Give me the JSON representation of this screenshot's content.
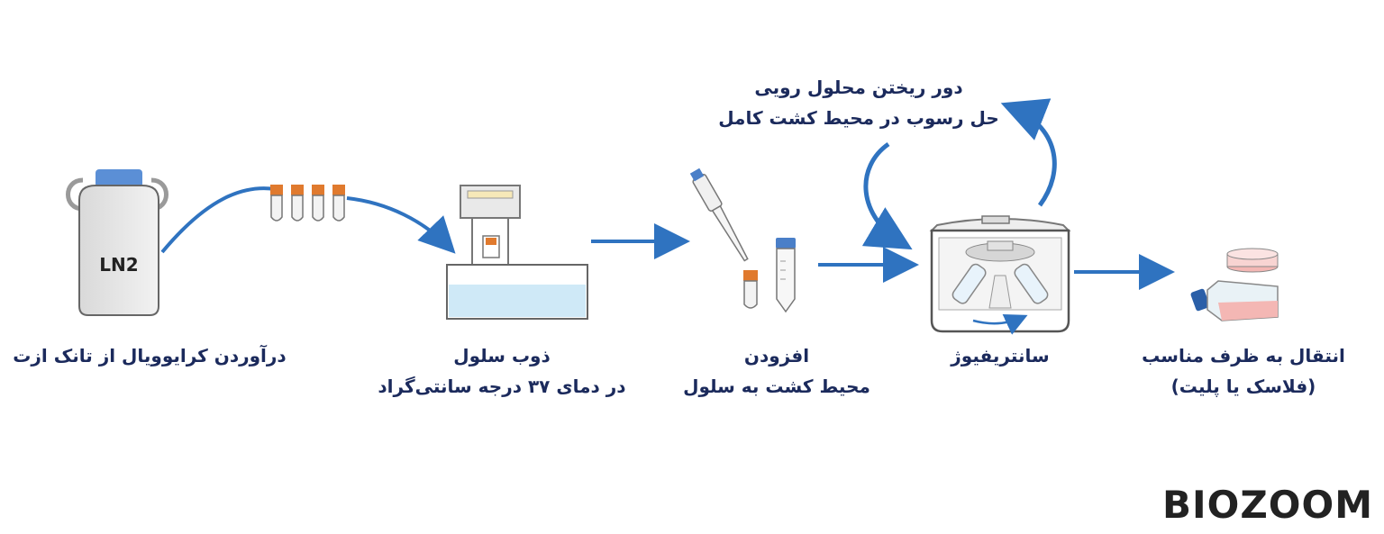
{
  "steps": [
    {
      "lines": [
        "درآوردن کرایوویال از تانک ازت"
      ]
    },
    {
      "lines": [
        "ذوب سلول",
        "در دمای ۳۷ درجه سانتی‌گراد"
      ]
    },
    {
      "lines": [
        "افزودن",
        "محیط کشت به سلول"
      ]
    },
    {
      "lines": [
        "سانتریفیوژ"
      ]
    },
    {
      "lines": [
        "انتقال به ظرف مناسب",
        "(فلاسک یا پلیت)"
      ]
    }
  ],
  "loop_note": {
    "lines": [
      "دور ریختن محلول رویی",
      "حل رسوب در محیط کشت کامل"
    ]
  },
  "tank_label": "LN2",
  "logo": {
    "text": "BIOZOOM"
  },
  "colors": {
    "arrow": "#2f73c0",
    "text": "#1b2a5c",
    "vial_cap": "#e07a2e",
    "tank_cap": "#5b8fd6",
    "water": "#cfe9f7",
    "media": "#f4b7b4",
    "logo_accent": "#d6336c"
  }
}
